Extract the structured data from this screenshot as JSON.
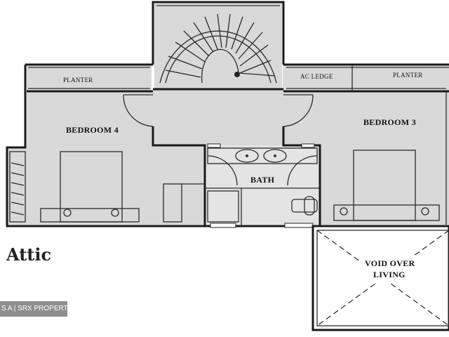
{
  "title": "Attic",
  "watermark": "S A | SRX PROPERTY",
  "rooms": {
    "planter_left": "PLANTER",
    "ac_ledge": "AC LEDGE",
    "planter_right": "PLANTER",
    "bedroom_4": "BEDROOM 4",
    "bedroom_3": "BEDROOM 3",
    "bath": "BATH",
    "void_line1": "VOID OVER",
    "void_line2": "LIVING"
  }
}
